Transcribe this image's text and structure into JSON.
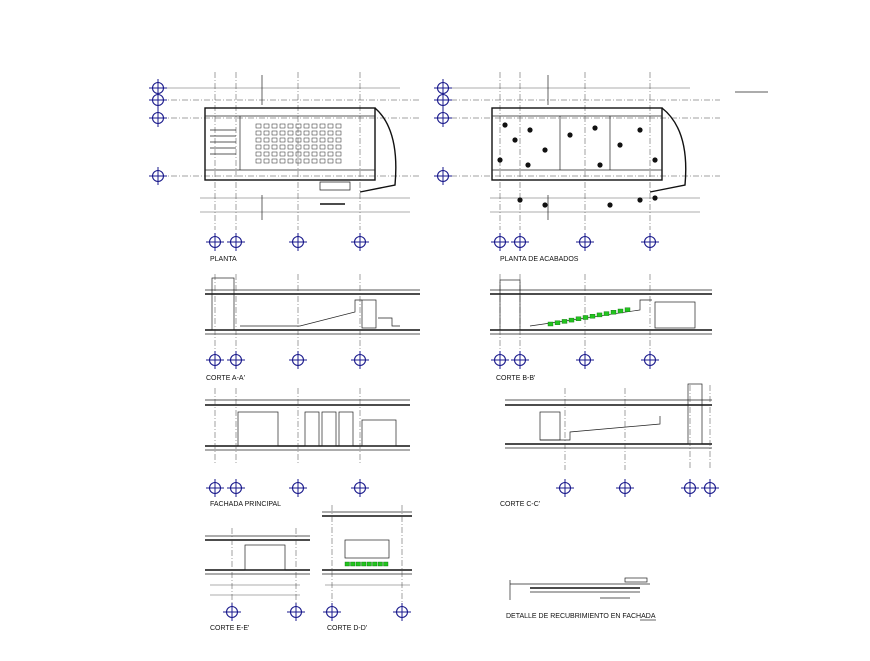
{
  "drawings": {
    "planta": "PLANTA",
    "planta_acabados": "PLANTA DE ACABADOS",
    "corte_aa": "CORTE A-A'",
    "corte_bb": "CORTE B-B'",
    "fachada": "FACHADA PRINCIPAL",
    "corte_cc": "CORTE C-C'",
    "corte_ee": "CORTE E-E'",
    "corte_dd": "CORTE D-D'",
    "detalle": "DETALLE DE RECUBRIMIENTO EN FACHADA"
  },
  "colors": {
    "axis_bubble": "#1a1a8c",
    "seats_green": "#22c41e",
    "line": "#222222"
  }
}
